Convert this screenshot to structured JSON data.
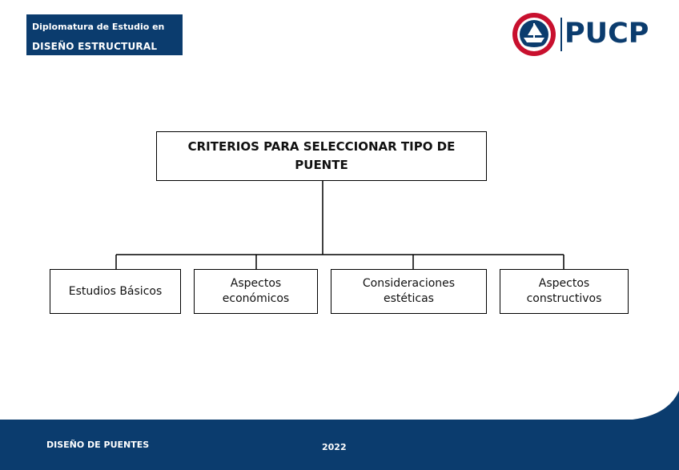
{
  "header": {
    "program_line1": "Diplomatura de Estudio en",
    "program_line2": "DISEÑO ESTRUCTURAL",
    "logo_text": "PUCP",
    "seal_icon": "university-seal-icon"
  },
  "diagram": {
    "root": "CRITERIOS PARA SELECCIONAR TIPO DE PUENTE",
    "children": [
      "Estudios Básicos",
      "Aspectos económicos",
      "Consideraciones estéticas",
      "Aspectos constructivos"
    ]
  },
  "footer": {
    "course": "DISEÑO DE PUENTES",
    "year": "2022"
  },
  "colors": {
    "brand_blue": "#0b3c6e",
    "seal_red": "#c8102e",
    "text": "#111111"
  }
}
